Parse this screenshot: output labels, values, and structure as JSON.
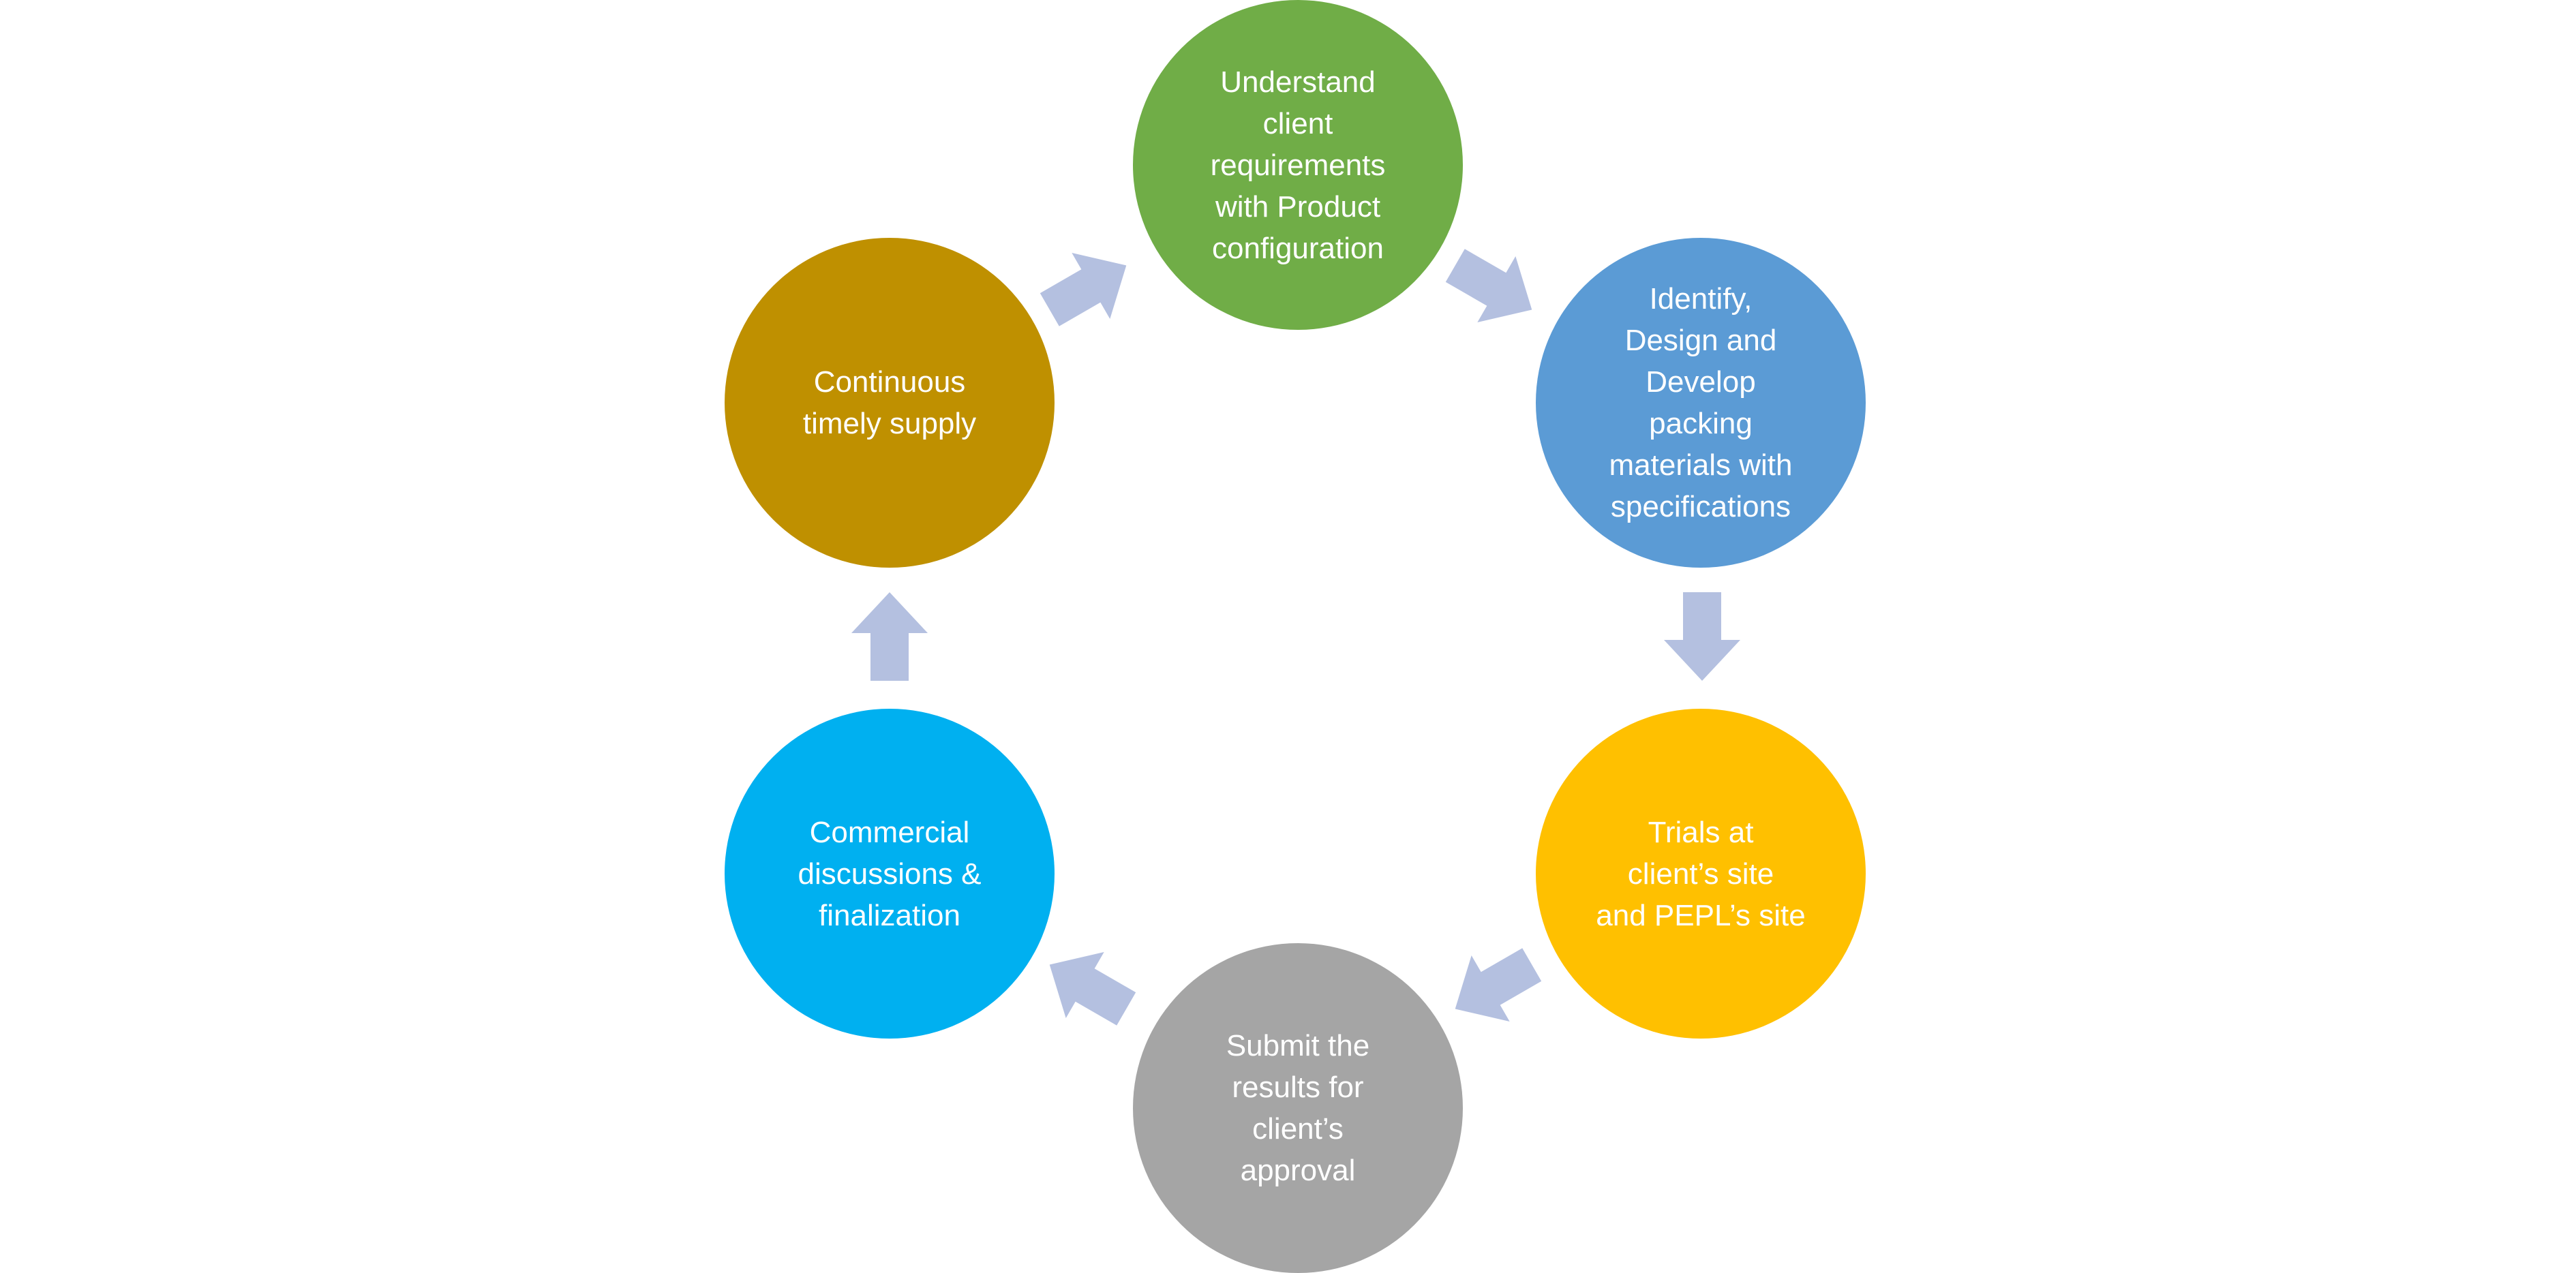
{
  "diagram": {
    "nodes": [
      {
        "id": "n1",
        "label": "Understand\nclient\nrequirements\nwith Product\nconfiguration",
        "color": "#70AD47"
      },
      {
        "id": "n2",
        "label": "Identify,\nDesign and\nDevelop\npacking\nmaterials with\nspecifications",
        "color": "#5B9BD5"
      },
      {
        "id": "n3",
        "label": "Trials at\nclient’s site\nand PEPL’s site",
        "color": "#FFC000"
      },
      {
        "id": "n4",
        "label": "Submit the\nresults for\nclient’s\napproval",
        "color": "#A5A5A5"
      },
      {
        "id": "n5",
        "label": "Commercial\ndiscussions &\nfinalization",
        "color": "#00B0F0"
      },
      {
        "id": "n6",
        "label": "Continuous\ntimely supply",
        "color": "#BF9000"
      }
    ],
    "arrow_color": "#B4C0E0",
    "edges": [
      {
        "from": "n6",
        "to": "n1"
      },
      {
        "from": "n1",
        "to": "n2"
      },
      {
        "from": "n2",
        "to": "n3"
      },
      {
        "from": "n3",
        "to": "n4"
      },
      {
        "from": "n4",
        "to": "n5"
      },
      {
        "from": "n5",
        "to": "n6"
      }
    ]
  }
}
